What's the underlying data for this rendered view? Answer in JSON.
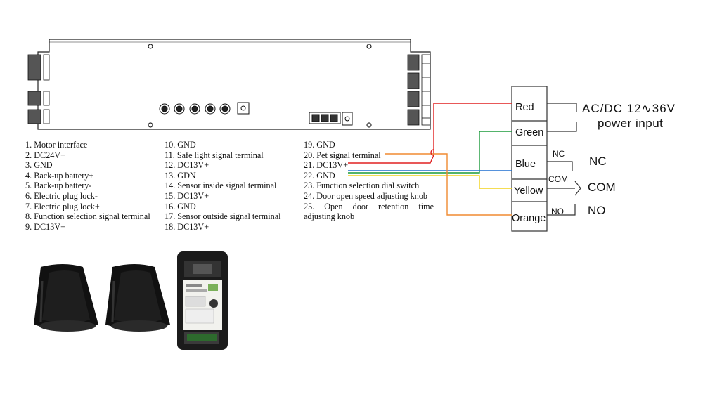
{
  "legend": {
    "col1": [
      "1. Motor interface",
      "2. DC24V+",
      "3. GND",
      "4. Back-up battery+",
      "5. Back-up battery-",
      "6. Electric plug lock-",
      "7. Electric plug lock+",
      "8. Function selection signal terminal",
      "9. DC13V+"
    ],
    "col2": [
      "10. GND",
      "11. Safe light signal terminal",
      "12. DC13V+",
      "13. GDN",
      "14. Sensor inside signal terminal",
      "15. DC13V+",
      "16. GND",
      "17. Sensor outside signal terminal",
      "18. DC13V+"
    ],
    "col3": [
      "19. GND",
      "20. Pet signal terminal",
      "21. DC13V+",
      "22. GND",
      "23. Function selection dial switch",
      "24. Door open speed adjusting knob",
      "25. Open door retention time adjusting knob"
    ]
  },
  "wires": [
    {
      "label": "Red",
      "color": "#e02020"
    },
    {
      "label": "Green",
      "color": "#1a9a3a"
    },
    {
      "label": "Blue",
      "color": "#1f6fd0"
    },
    {
      "label": "Yellow",
      "color": "#f2d21a"
    },
    {
      "label": "Orange",
      "color": "#f08a30"
    }
  ],
  "power": {
    "line1": "AC/DC 12∿36V",
    "line2": "power input"
  },
  "contacts": {
    "nc_small": "NC",
    "com_small": "COM",
    "no_small": "NO",
    "nc_big": "NC",
    "com_big": "COM",
    "no_big": "NO"
  }
}
